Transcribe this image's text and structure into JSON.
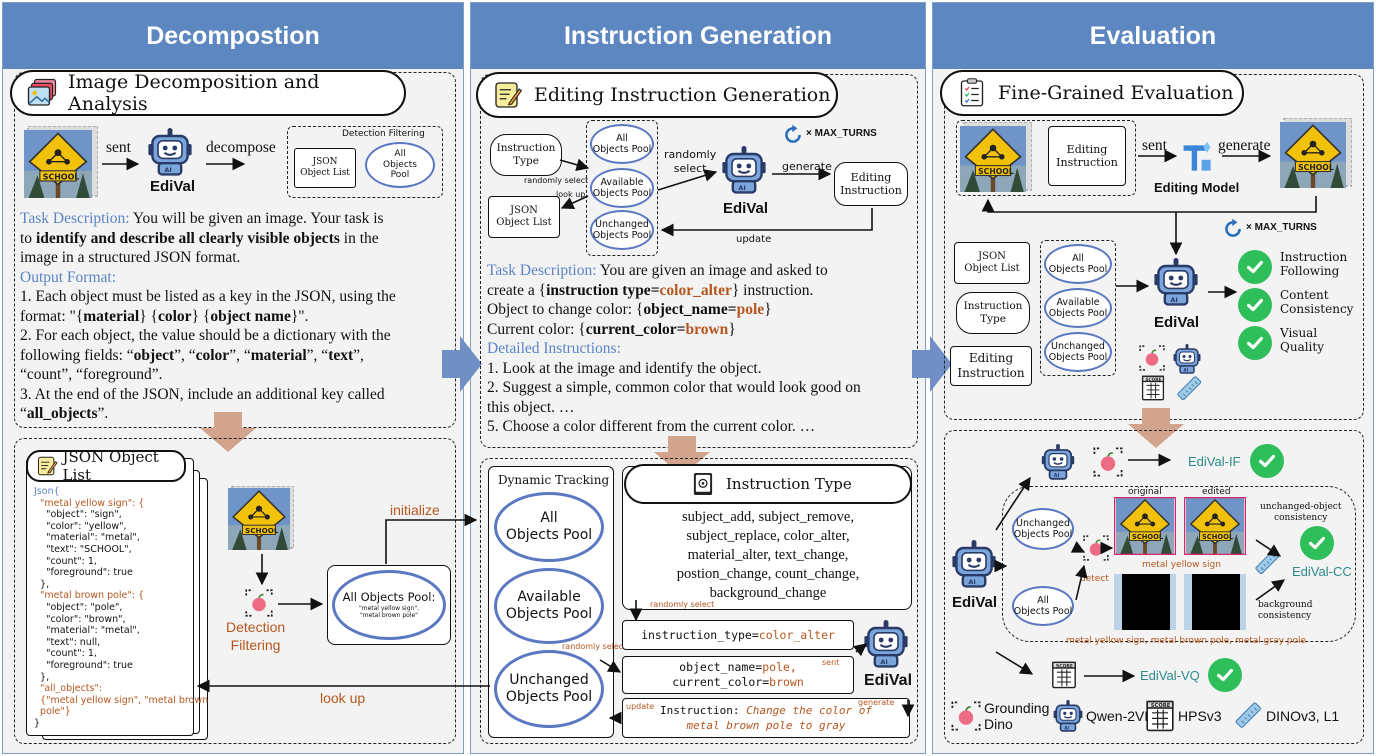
{
  "colors": {
    "header": "#5d87c0",
    "accent_blue": "#5b84c4",
    "accent_brown": "#b5561d",
    "check_green": "#2fbf5a",
    "pool_blue": "#5b78c2"
  },
  "icons": [
    "robot-icon",
    "image-stack-icon",
    "memo-icon",
    "checklist-icon",
    "inspect-icon",
    "ruler-icon",
    "score-board-icon",
    "loop-arrow-icon",
    "check-icon",
    "editing-model-icon"
  ],
  "panels": {
    "decomposition": {
      "title": "Decompostion",
      "pill": "Image Decomposition and Analysis",
      "sent": "sent",
      "decompose": "decompose",
      "edival": "EdiVal",
      "detection_filtering_small": "Detection Filtering",
      "json_object_list_small": "JSON\nObject List",
      "all_objects_pool_small": "All\nObjects\nPool",
      "task_label": "Task Description:",
      "task_text_1": " You will be given an image. Your task is",
      "task_text_2_pre": "to ",
      "task_text_2_bold": "identify and describe all clearly visible objects",
      "task_text_2_post": " in the",
      "task_text_3": "image in a structured JSON format.",
      "output_label": "Output Format:",
      "o1a": "1. Each object must be listed as a key in the JSON, using the",
      "o1b_pre": "format: \"{",
      "o1b_m": "material",
      "o1b_c": "color",
      "o1b_n": "object name",
      "o1b_post": "}\".",
      "o2a": "2. For each object, the value should be a dictionary with the",
      "o2b_pre": "following fields: “",
      "f_object": "object",
      "f_color": "color",
      "f_material": "material",
      "f_text": "text",
      "f_count": "count",
      "f_foreground": "foreground",
      "o3a": "3. At the end of the JSON, include an additional key called",
      "o3b": "all_objects",
      "json_list_title": "JSON Object List",
      "json_lines": [
        {
          "t": "Json{",
          "c": "blue"
        },
        {
          "t": "  \"metal yellow sign\": {",
          "c": "brown"
        },
        {
          "t": "    \"object\": \"sign\",",
          "c": "black"
        },
        {
          "t": "    \"color\": \"yellow\",",
          "c": "black"
        },
        {
          "t": "    \"material\": \"metal\",",
          "c": "black"
        },
        {
          "t": "    \"text\": \"SCHOOL\",",
          "c": "black"
        },
        {
          "t": "    \"count\": 1,",
          "c": "black"
        },
        {
          "t": "    \"foreground\": true",
          "c": "black"
        },
        {
          "t": "  },",
          "c": "black"
        },
        {
          "t": "  \"metal brown pole\": {",
          "c": "brown"
        },
        {
          "t": "    \"object\": \"pole\",",
          "c": "black"
        },
        {
          "t": "    \"color\": \"brown\",",
          "c": "black"
        },
        {
          "t": "    \"material\": \"metal\",",
          "c": "black"
        },
        {
          "t": "    \"text\": null,",
          "c": "black"
        },
        {
          "t": "    \"count\": 1,",
          "c": "black"
        },
        {
          "t": "    \"foreground\": true",
          "c": "black"
        },
        {
          "t": "  },",
          "c": "black"
        },
        {
          "t": "  \"all_objects\":",
          "c": "brown"
        },
        {
          "t": "  {\"metal yellow sign\", \"metal brown",
          "c": "brown"
        },
        {
          "t": "  pole\"}",
          "c": "brown"
        },
        {
          "t": "}",
          "c": "black"
        }
      ],
      "detection_filtering": "Detection\nFiltering",
      "all_objects_pool_title": "All Objects Pool:",
      "all_objects_pool_items": "\"metal yellow sign\",\n\"metal brown pole\"",
      "initialize": "initialize",
      "look_up": "look up",
      "school": "SCHOOL"
    },
    "instruction": {
      "title": "Instruction Generation",
      "pill": "Editing Instruction Generation",
      "instruction_type_small": "Instruction\nType",
      "randomly_select_small": "randomly select",
      "look_up_small": "look up",
      "json_object_list_small": "JSON\nObject List",
      "all_pool": "All\nObjects Pool",
      "available_pool": "Available\nObjects Pool",
      "unchanged_pool": "Unchanged\nObjects Pool",
      "randomly_select": "randomly\nselect",
      "generate": "generate",
      "update": "update",
      "editing_instruction": "Editing\nInstruction",
      "max_turns": "× MAX_TURNS",
      "edival": "EdiVal",
      "task_label": "Task Description:",
      "task_1": " You are given an image and asked to",
      "task_2_pre": "create a {",
      "task_2_bold": "instruction type",
      "task_2_eq": "=",
      "task_2_val": "color_alter",
      "task_2_post": "} instruction.",
      "task_3_pre": "Object to change color: {",
      "task_3_bold": "object_name",
      "task_3_val": "pole",
      "task_4_pre": "Current color: {",
      "task_4_bold": "current_color",
      "task_4_val": "brown",
      "detailed_label": "Detailed Instructions:",
      "d1": "1. Look at the image and identify the object.",
      "d2": "2. Suggest a simple, common color that would look good on",
      "d3": "this object. …",
      "d5": "5. Choose a color different from the current color. …",
      "dynamic_tracking": "Dynamic Tracking",
      "all_pool_big": "All\nObjects Pool",
      "available_pool_big": "Available\nObjects Pool",
      "unchanged_pool_big": "Unchanged\nObjects Pool",
      "instruction_type_title": "Instruction Type",
      "instruction_types": "subject_add, subject_remove,\nsubject_replace, color_alter,\nmaterial_alter, text_change,\npostion_change, count_change,\nbackground_change",
      "randomly_select_a": "randomly select",
      "randomly_select_b": "randomly select",
      "sent": "sent",
      "update_small": "update",
      "generate_small": "generate",
      "itype_key": "instruction_type=",
      "itype_val": "color_alter",
      "oname_key": "object_name=",
      "oname_val": "pole,",
      "ccolor_key": "current_color=",
      "ccolor_val": "brown",
      "instr_key": "Instruction:",
      "instr_val_1": " Change the color of",
      "instr_val_2": "metal brown pole to gray",
      "edival_big": "EdiVal"
    },
    "evaluation": {
      "title": "Evaluation",
      "pill": "Fine-Grained Evaluation",
      "editing_instruction": "Editing\nInstruction",
      "sent": "sent",
      "generate": "generate",
      "editing_model": "Editing Model",
      "max_turns": "× MAX_TURNS",
      "json_object_list": "JSON\nObject List",
      "instruction_type": "Instruction\nType",
      "editing_instruction_2": "Editing\nInstruction",
      "all_pool": "All\nObjects Pool",
      "available_pool": "Available\nObjects Pool",
      "unchanged_pool": "Unchanged\nObjects Pool",
      "edival": "EdiVal",
      "checks": [
        "Instruction\nFollowing",
        "Content\nConsistency",
        "Visual\nQuality"
      ],
      "edival_if": "EdiVal-IF",
      "unchanged_pool_b": "Unchanged\nObjects Pool",
      "all_pool_b": "All\nObjects Pool",
      "detect": "detect",
      "original": "original",
      "edited": "edited",
      "unchanged_consistency": "unchanged-object\nconsistency",
      "background_consistency": "background\nconsistency",
      "metal_yellow_sign": "metal yellow sign",
      "mask_caption": "metal yellow sign, metal brown pole, metal gray pole",
      "edival_cc": "EdiVal-CC",
      "edival_vq": "EdiVal-VQ",
      "edival_big": "EdiVal",
      "legend": [
        {
          "icon": "inspect-icon",
          "label": "Grounding\nDino"
        },
        {
          "icon": "robot-icon",
          "label": "Qwen-2VL"
        },
        {
          "icon": "score-board-icon",
          "label": "HPSv3"
        },
        {
          "icon": "ruler-icon",
          "label": "DINOv3, L1"
        }
      ],
      "score": "SCORE",
      "school": "SCHOOL"
    }
  }
}
